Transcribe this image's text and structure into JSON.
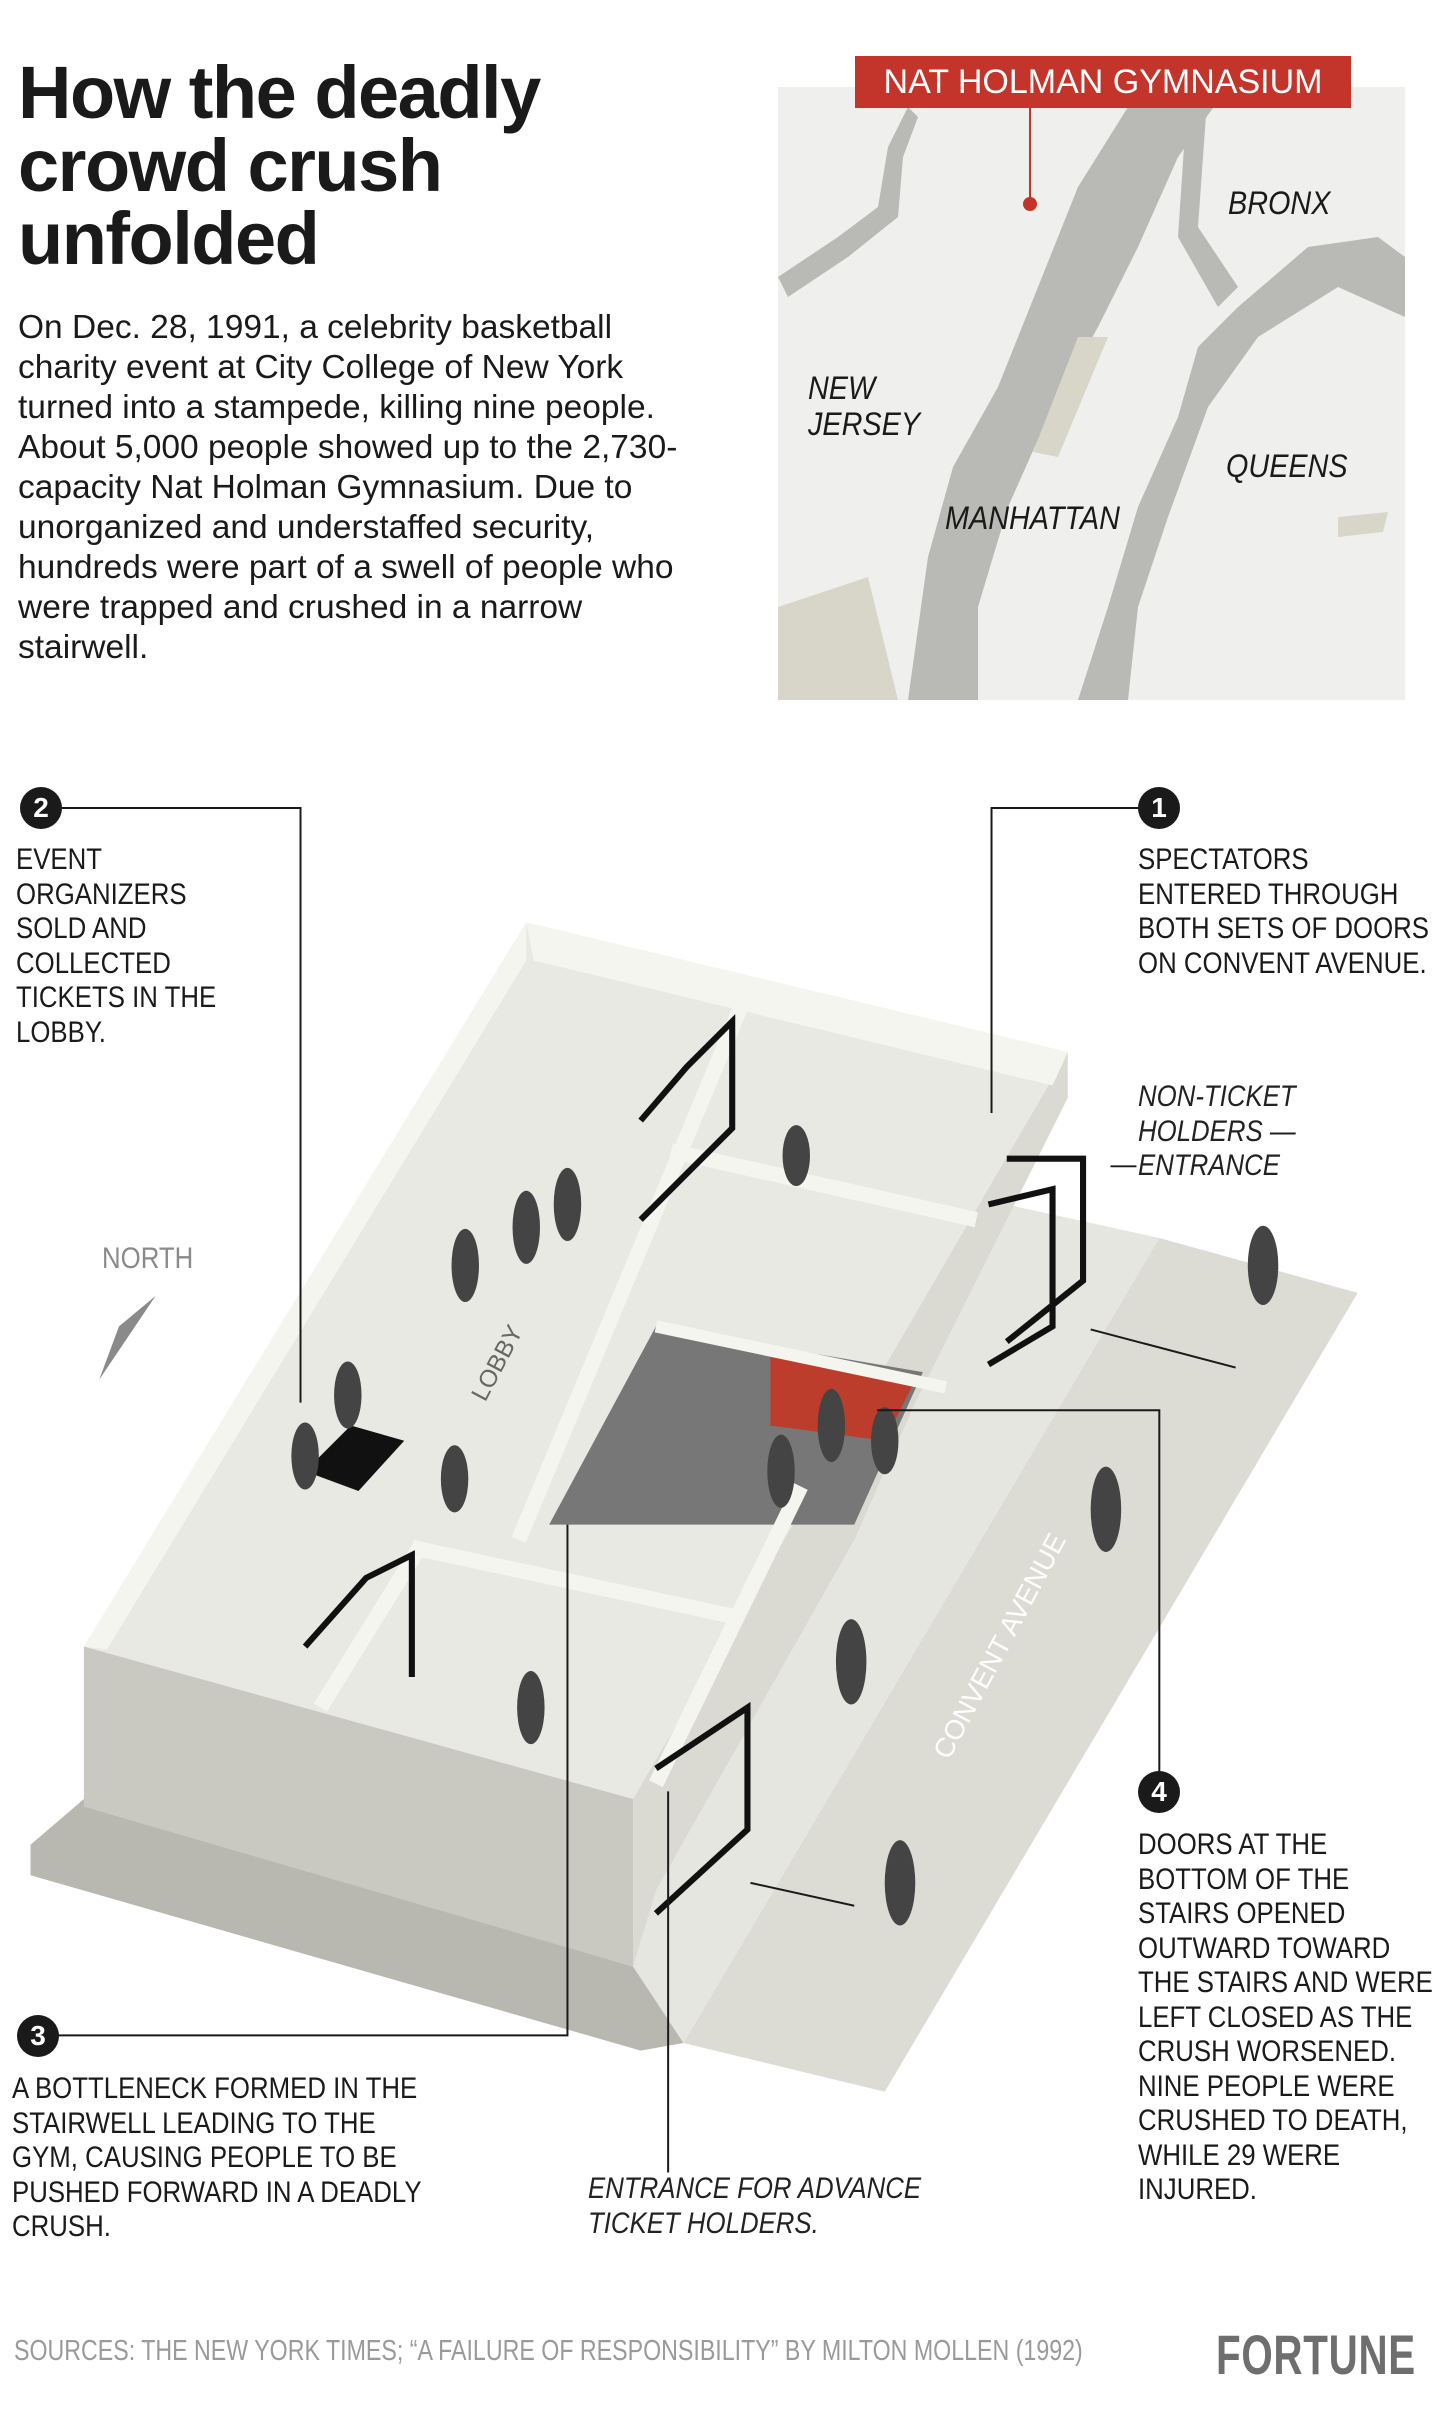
{
  "header": {
    "title": "How the deadly crowd crush unfolded",
    "intro": "On Dec. 28, 1991, a celebrity basketball charity event at City College of New York turned into a stampede, killing nine people. About 5,000 people showed up to the 2,730-capacity Nat Holman Gymnasium. Due to unorganized and understaffed security, hundreds were part of a swell of people who were trapped and crushed in a narrow stairwell."
  },
  "map": {
    "marker_label": "NAT HOLMAN GYMNASIUM",
    "places": [
      "BRONX",
      "NEW JERSEY",
      "QUEENS",
      "MANHATTAN"
    ],
    "marker_color": "#c3352a"
  },
  "diagram": {
    "north_label": "NORTH",
    "lobby_label": "LOBBY",
    "street_label": "CONVENT AVENUE",
    "callouts": [
      {
        "number": "1",
        "text": "Spectators entered through both sets of doors on Convent Avenue."
      },
      {
        "number": "2",
        "text": "Event organizers sold and collected tickets in the lobby."
      },
      {
        "number": "3",
        "text": "A bottleneck formed in the stairwell leading to the gym, causing people to be pushed forward in a deadly crush."
      },
      {
        "number": "4",
        "text": "Doors at the bottom of the stairs opened outward toward the stairs and were left closed as the crush worsened. Nine people were crushed to death, while 29 were injured."
      }
    ],
    "non_ticket_entrance": "NON-TICKET HOLDERS — ENTRANCE",
    "advance_entrance": "ENTRANCE FOR ADVANCE TICKET HOLDERS."
  },
  "footer": {
    "sources": "SOURCES: THE NEW YORK TIMES; “A FAILURE OF RESPONSIBILITY” BY MILTON MOLLEN (1992)",
    "logo": "FORTUNE"
  }
}
